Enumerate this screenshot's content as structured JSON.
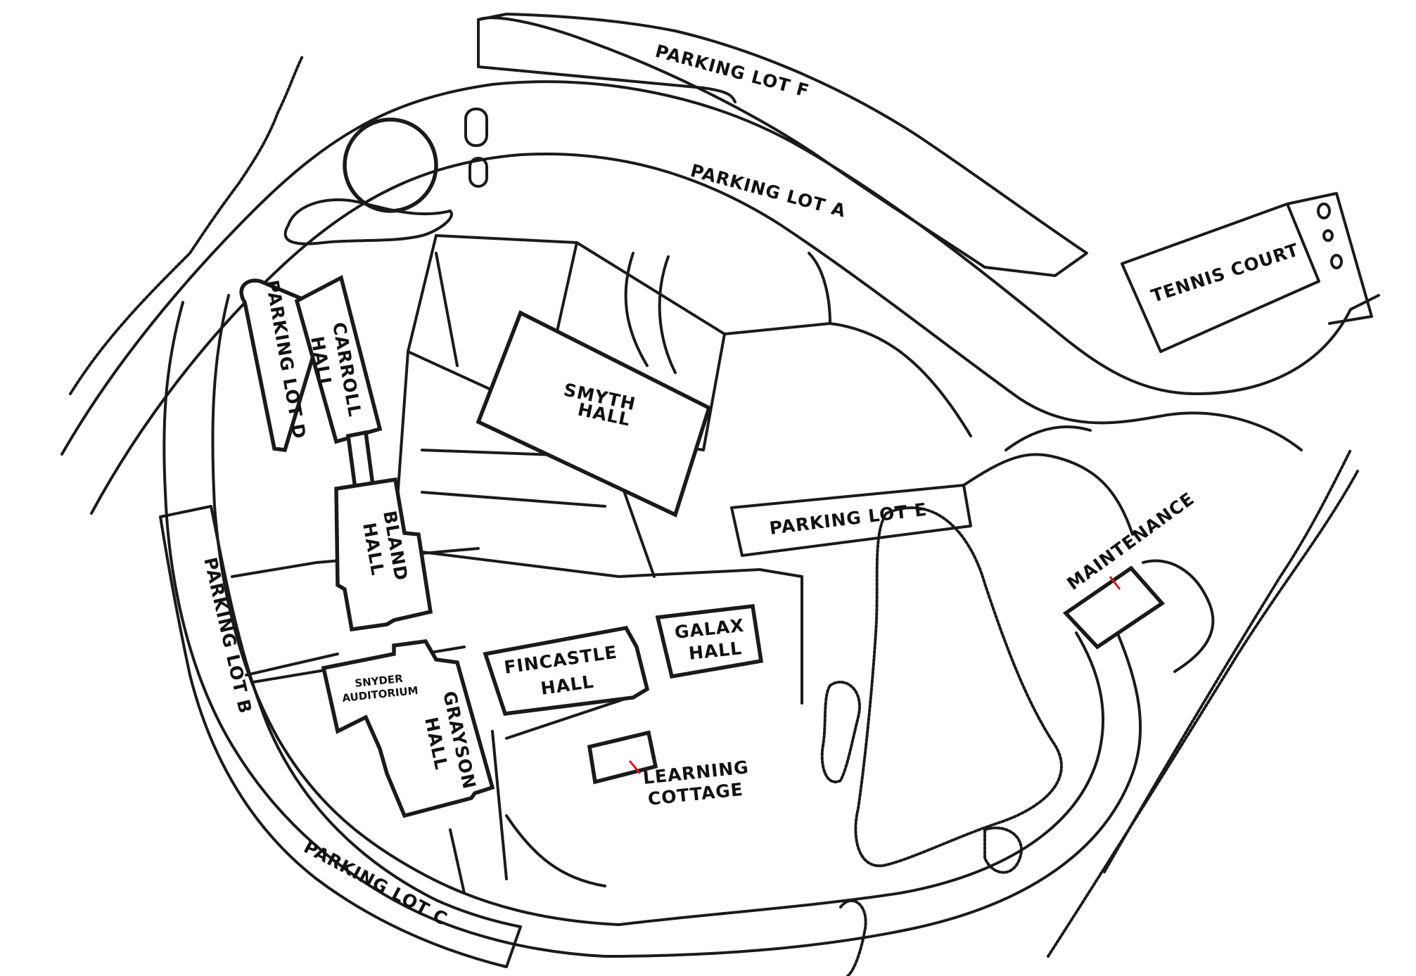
{
  "labels": {
    "parking_lot_f": "PARKING LOT F",
    "parking_lot_a": "PARKING LOT A",
    "tennis_court": "TENNIS COURT",
    "parking_lot_d": "PARKING LOT D",
    "carroll_hall_1": "CARROLL",
    "carroll_hall_2": "HALL",
    "smyth_hall_1": "SMYTH",
    "smyth_hall_2": "HALL",
    "parking_lot_e": "PARKING LOT E",
    "maintenance": "MAINTENANCE",
    "bland_hall_1": "BLAND",
    "bland_hall_2": "HALL",
    "parking_lot_b": "PARKING LOT B",
    "galax_hall_1": "GALAX",
    "galax_hall_2": "HALL",
    "fincastle_hall_1": "FINCASTLE",
    "fincastle_hall_2": "HALL",
    "snyder_1": "SNYDER",
    "snyder_2": "AUDITORIUM",
    "grayson_hall_1": "GRAYSON",
    "grayson_hall_2": "HALL",
    "learning_cottage_1": "LEARNING",
    "learning_cottage_2": "COTTAGE",
    "parking_lot_c": "PARKING LOT C"
  },
  "colors": {
    "ink": "#1a1a1a",
    "background": "#ffffff",
    "marker": "#d0161b"
  }
}
